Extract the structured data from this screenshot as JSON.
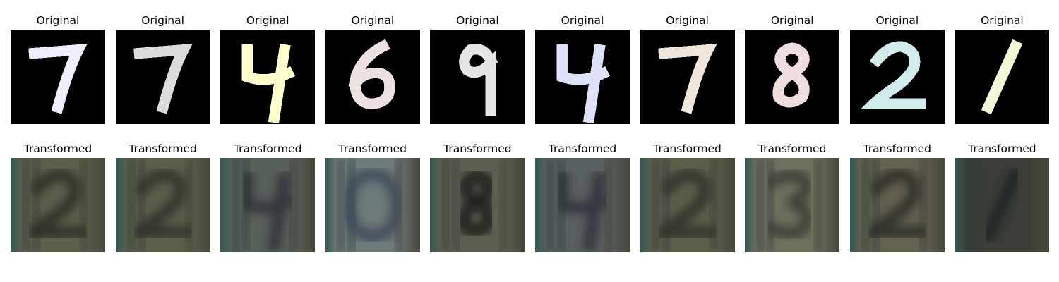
{
  "figure": {
    "rows": [
      {
        "panel_title": "Original",
        "panels": [
          {
            "digit": "7",
            "fg": "#eeeeff",
            "bg": "#000000"
          },
          {
            "digit": "7",
            "fg": "#dcdcdc",
            "bg": "#000000"
          },
          {
            "digit": "4",
            "fg": "#ffffcc",
            "bg": "#000000"
          },
          {
            "digit": "6",
            "fg": "#ece0e0",
            "bg": "#000000"
          },
          {
            "digit": "9",
            "fg": "#e6e6e6",
            "bg": "#000000"
          },
          {
            "digit": "4",
            "fg": "#dde2f8",
            "bg": "#000000"
          },
          {
            "digit": "7",
            "fg": "#f0e6dc",
            "bg": "#000000"
          },
          {
            "digit": "8",
            "fg": "#f0dede",
            "bg": "#000000"
          },
          {
            "digit": "2",
            "fg": "#d2ecec",
            "bg": "#000000"
          },
          {
            "digit": "1",
            "fg": "#f4f8d8",
            "bg": "#000000"
          }
        ]
      },
      {
        "panel_title": "Transformed",
        "panels": [
          {
            "digit": "2",
            "fg": "#2c2c28",
            "bg": "#5e5f4b"
          },
          {
            "digit": "2",
            "fg": "#2e2e2a",
            "bg": "#5d5e4a"
          },
          {
            "digit": "4",
            "fg": "#2a3038",
            "bg": "#58605a"
          },
          {
            "digit": "0",
            "fg": "#3c4656",
            "bg": "#6f7a7a"
          },
          {
            "digit": "8",
            "fg": "#141414",
            "bg": "#5e5e50"
          },
          {
            "digit": "4",
            "fg": "#2a3038",
            "bg": "#596061"
          },
          {
            "digit": "2",
            "fg": "#2e2e2a",
            "bg": "#5d5e4a"
          },
          {
            "digit": "3",
            "fg": "#3a3a34",
            "bg": "#6f6f5e"
          },
          {
            "digit": "2",
            "fg": "#2c2a26",
            "bg": "#636150"
          },
          {
            "digit": "1",
            "fg": "#1e2226",
            "bg": "#3b3e36"
          }
        ]
      }
    ]
  }
}
